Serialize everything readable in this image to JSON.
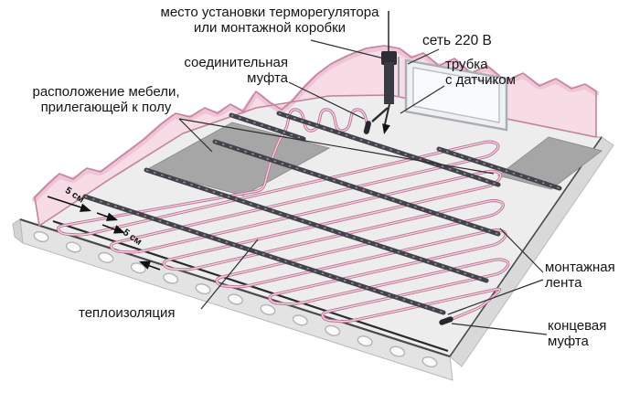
{
  "labels": {
    "thermostat": {
      "line1": "место установки терморегулятора",
      "line2": "или монтажной коробки"
    },
    "power": "сеть 220 В",
    "coupling": {
      "line1": "соединительная",
      "line2": "муфта"
    },
    "sensor_tube": {
      "line1": "трубка",
      "line2": "с датчиком"
    },
    "furniture": {
      "line1": "расположение мебели,",
      "line2": "прилегающей к полу"
    },
    "insulation": "теплоизоляция",
    "mounting_tape": {
      "line1": "монтажная",
      "line2": "лента"
    },
    "end_coupling": {
      "line1": "концевая",
      "line2": "муфта"
    },
    "gap1": "5 см",
    "gap2": "5 см"
  },
  "colors": {
    "wall": "#f7dbe5",
    "wall_rim": "#eec5d6",
    "wall_edge": "#c4839d",
    "floor": "#ededed",
    "slab_front": "#e3e3e3",
    "slab_side": "#d9d9d9",
    "hole_fill": "#fafafa",
    "hole_edge": "#b3b3b3",
    "furniture": "#a6a6a6",
    "tape": "#43434b",
    "tape_slot": "#8e8e96",
    "cable_outer": "#bf7396",
    "cable_inner": "#f3d7e3",
    "window_fill": "#eef0f2",
    "window_edge": "#a9aeb4",
    "leader": "#2e2e2e",
    "ink": "#141414"
  }
}
